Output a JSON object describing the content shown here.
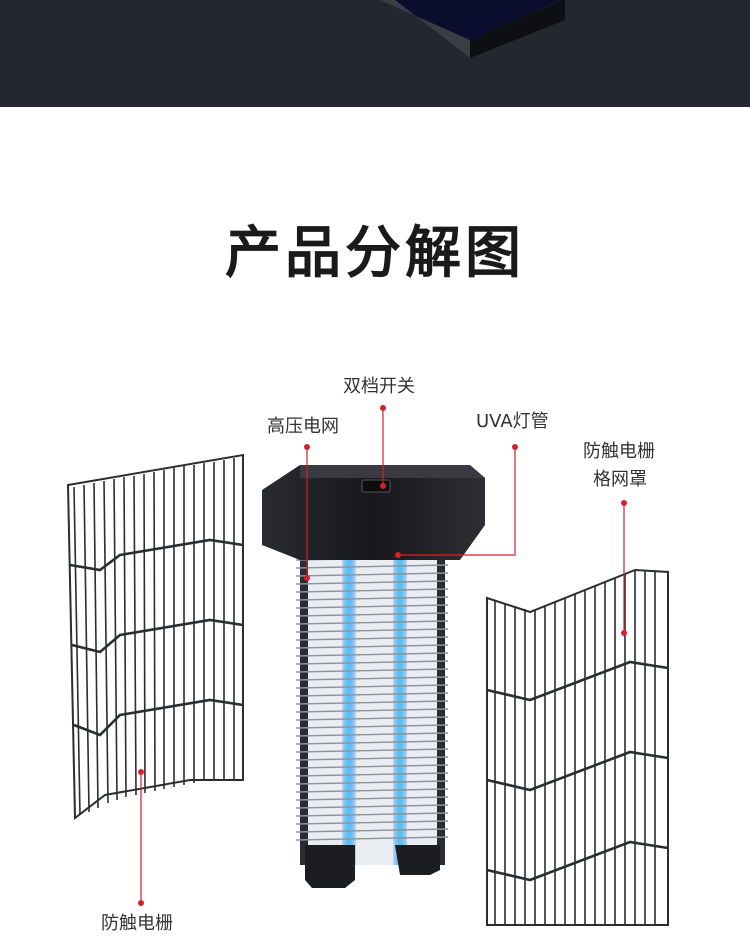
{
  "title": "产品分解图",
  "labels": {
    "switch": "双档开关",
    "grid": "高压电网",
    "uva": "UVA灯管",
    "guard_right_line1": "防触电栅",
    "guard_right_line2": "格网罩",
    "guard_left": "防触电栅"
  },
  "colors": {
    "banner_bg": "#24272f",
    "leader_line": "#d6202a",
    "wire": "#2b2d33",
    "uva_glow": "#29b6f6",
    "housing": "#1f2024"
  }
}
